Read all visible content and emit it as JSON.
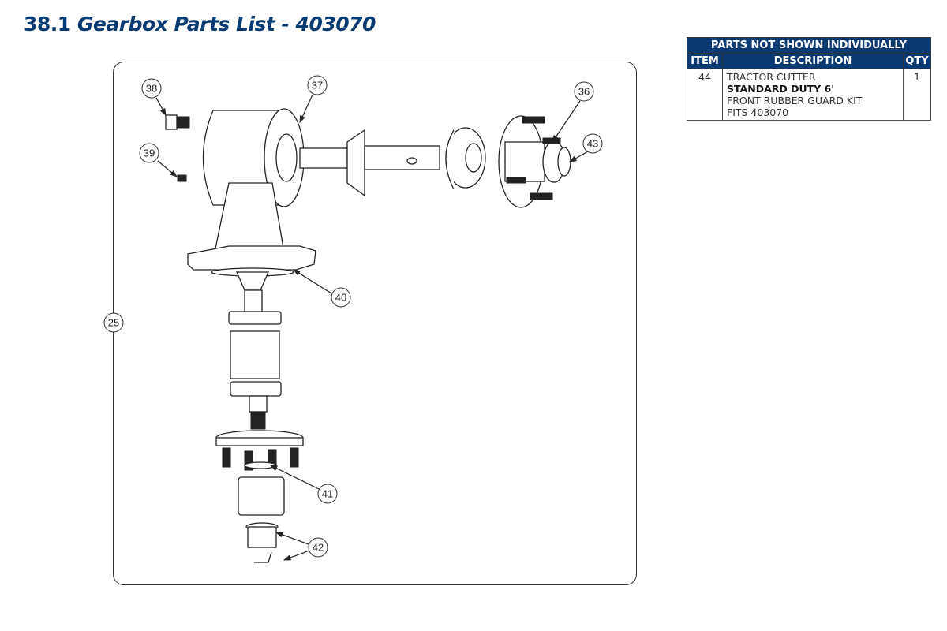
{
  "header": {
    "section": "38.1",
    "title": "Gearbox Parts List - 403070"
  },
  "drawing": {
    "callouts": [
      "25",
      "36",
      "37",
      "38",
      "39",
      "40",
      "41",
      "42",
      "43"
    ]
  },
  "parts_not_shown": {
    "title": "PARTS NOT SHOWN INDIVIDUALLY",
    "columns": [
      "ITEM",
      "DESCRIPTION",
      "QTY"
    ],
    "rows": [
      {
        "item": "44",
        "desc_line1": "TRACTOR CUTTER",
        "desc_bold": "STANDARD DUTY 6'",
        "desc_line3": "FRONT RUBBER GUARD KIT",
        "desc_line4": "FITS 403070",
        "qty": "1"
      }
    ]
  }
}
